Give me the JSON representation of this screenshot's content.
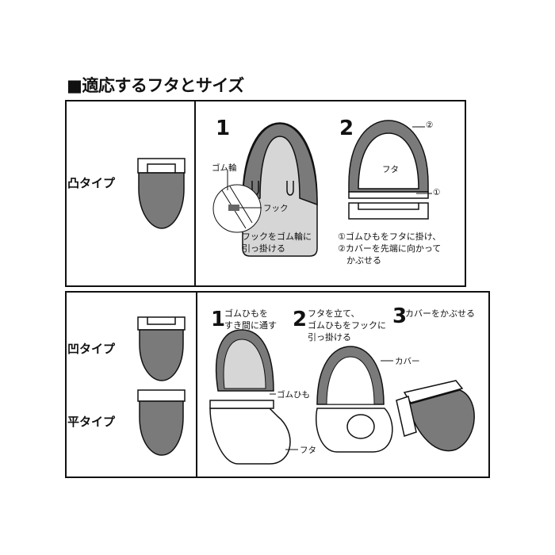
{
  "title": "■適応するフタとサイズ",
  "section1": {
    "type_label": "凸タイプ",
    "step1": {
      "number": "1",
      "label_rubber_ring": "ゴム輪",
      "label_hook": "フック",
      "instruction": "フックをゴム輪に\n引っ掛ける"
    },
    "step2": {
      "number": "2",
      "label_lid": "フタ",
      "marker1": "①",
      "marker2": "②",
      "instruction": "①ゴムひもをフタに掛け、\n②カバーを先端に向かって\n　かぶせる"
    }
  },
  "section2": {
    "type_label_concave": "凹タイプ",
    "type_label_flat": "平タイプ",
    "step1": {
      "number": "1",
      "instruction": "ゴムひもを\nすき間に通す",
      "label_band": "ゴムひも",
      "label_lid": "フタ"
    },
    "step2": {
      "number": "2",
      "instruction": "フタを立て、\nゴムひもをフックに\n引っ掛ける",
      "label_cover": "カバー"
    },
    "step3": {
      "number": "3",
      "instruction": "カバーをかぶせる"
    }
  },
  "colors": {
    "cover": "#7a7a7a",
    "lid": "#d6d6d6",
    "line": "#111111"
  }
}
